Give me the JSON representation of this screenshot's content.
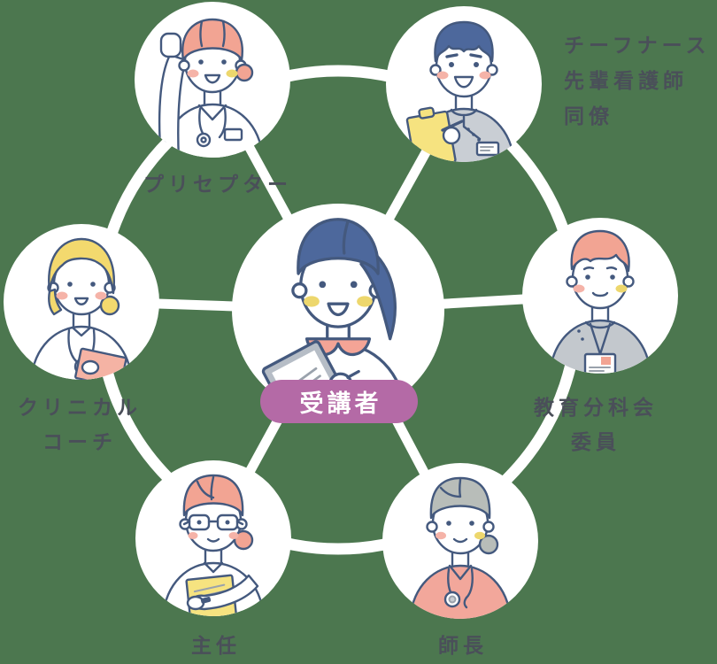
{
  "diagram": {
    "background_color": "#4c774f",
    "connector_color": "#ffffff",
    "node_fill": "#ffffff",
    "label_color": "#4a4f59",
    "outline_color": "#44597e"
  },
  "center": {
    "badge_label": "受講者",
    "badge_bg": "#b46aa6",
    "badge_text_color": "#ffffff",
    "person": {
      "figure": "trainee-nurse-ponytail-clipboard",
      "hair": "#4d689c",
      "top": "#ffffff",
      "collar": "#f4a496",
      "clipboard": "#b6bdc6",
      "blush_left": "#edd76d",
      "blush_right": "#edd76d"
    }
  },
  "nodes": [
    {
      "id": "preceptor",
      "label_lines": [
        "プリセプター"
      ],
      "person": {
        "figure": "nurse-pink-cap-raised-fist",
        "hair": "#f2a493",
        "top": "#ffffff",
        "blush_left": "#f5b3a8",
        "blush_right": "#edd76d"
      }
    },
    {
      "id": "chief-nurse-group",
      "label_lines": [
        "チーフナース",
        "先輩看護師",
        "同僚"
      ],
      "person": {
        "figure": "male-nurse-yellow-clipboard",
        "hair": "#4d689c",
        "top": "#c9ced4",
        "clipboard": "#f6e380",
        "blush_left": "#f5b3a8",
        "blush_right": "#f5b3a8"
      }
    },
    {
      "id": "clinical-coach",
      "label_lines": [
        "クリニカル",
        "コーチ"
      ],
      "person": {
        "figure": "blonde-nurse-stethoscope-folder",
        "hair": "#f3d96e",
        "top": "#ffffff",
        "folder": "#f5b3a4",
        "blush_left": "#f5b3a8",
        "blush_right": "#f5b3a8"
      }
    },
    {
      "id": "education-committee",
      "label_lines": [
        "教育分科会",
        "委員"
      ],
      "person": {
        "figure": "staff-with-id-card",
        "hair": "#f2a493",
        "top": "#c3c8cd",
        "card_accent": "#f2a493",
        "blush_left": "#f5b3a8",
        "blush_right": "#edd76d"
      }
    },
    {
      "id": "shunin",
      "label_lines": [
        "主任"
      ],
      "person": {
        "figure": "nurse-glasses-yellow-folder",
        "hair": "#f2a493",
        "top": "#ffffff",
        "folder": "#f6e380",
        "blush_left": "#f5b3a8",
        "blush_right": "#f5b3a8"
      }
    },
    {
      "id": "shicho",
      "label_lines": [
        "師長"
      ],
      "person": {
        "figure": "senior-nurse-gray-bun",
        "hair": "#b8bdb9",
        "top": "#f2a79b",
        "blush_left": "#f5b3a8",
        "blush_right": "#edd76d"
      }
    }
  ]
}
